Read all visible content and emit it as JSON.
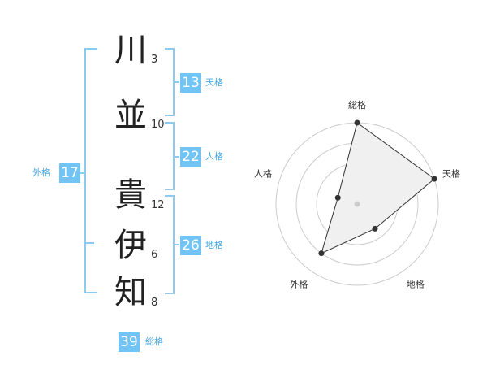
{
  "name": {
    "chars": [
      {
        "char": "川",
        "strokes": "3"
      },
      {
        "char": "並",
        "strokes": "10"
      },
      {
        "char": "貴",
        "strokes": "12"
      },
      {
        "char": "伊",
        "strokes": "6"
      },
      {
        "char": "知",
        "strokes": "8"
      }
    ]
  },
  "fortunes": {
    "tenkaku": {
      "value": "13",
      "label": "天格"
    },
    "jinkaku": {
      "value": "22",
      "label": "人格"
    },
    "chikaku": {
      "value": "26",
      "label": "地格"
    },
    "gaikaku": {
      "value": "17",
      "label": "外格"
    },
    "soukaku": {
      "value": "39",
      "label": "総格"
    }
  },
  "chart_data": {
    "type": "radar",
    "axes": [
      "総格",
      "天格",
      "地格",
      "外格",
      "人格"
    ],
    "values": [
      4,
      4,
      1.5,
      3,
      1
    ],
    "range": [
      0,
      4
    ],
    "rings": 4,
    "colors": {
      "fill": "#f0f0f0",
      "line": "#333333",
      "ring": "#cccccc",
      "center": "#cccccc"
    }
  }
}
